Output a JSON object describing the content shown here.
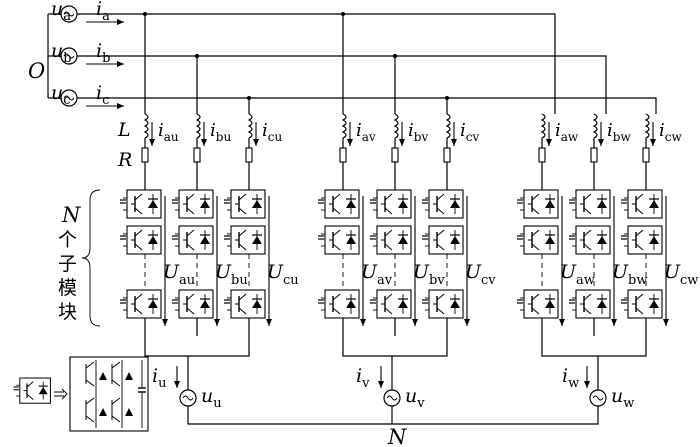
{
  "sources": [
    {
      "u_sym": "u",
      "u_sub": "a",
      "i_sym": "i",
      "i_sub": "a"
    },
    {
      "u_sym": "u",
      "u_sub": "b",
      "i_sym": "i",
      "i_sub": "b"
    },
    {
      "u_sym": "u",
      "u_sub": "c",
      "i_sym": "i",
      "i_sub": "c"
    }
  ],
  "neutral_left": "O",
  "neutral_bottom": "N",
  "labels": {
    "inductor": "L",
    "resistor": "R"
  },
  "module_text": {
    "n": "N",
    "chars": [
      "个",
      "子",
      "模",
      "块"
    ]
  },
  "arm_currents": [
    {
      "sym": "i",
      "sub": "au"
    },
    {
      "sym": "i",
      "sub": "bu"
    },
    {
      "sym": "i",
      "sub": "cu"
    },
    {
      "sym": "i",
      "sub": "av"
    },
    {
      "sym": "i",
      "sub": "bv"
    },
    {
      "sym": "i",
      "sub": "cv"
    },
    {
      "sym": "i",
      "sub": "aw"
    },
    {
      "sym": "i",
      "sub": "bw"
    },
    {
      "sym": "i",
      "sub": "cw"
    }
  ],
  "arm_voltages": [
    {
      "sym": "U",
      "sub": "au"
    },
    {
      "sym": "U",
      "sub": "bu"
    },
    {
      "sym": "U",
      "sub": "cu"
    },
    {
      "sym": "U",
      "sub": "av"
    },
    {
      "sym": "U",
      "sub": "bv"
    },
    {
      "sym": "U",
      "sub": "cv"
    },
    {
      "sym": "U",
      "sub": "aw"
    },
    {
      "sym": "U",
      "sub": "bw"
    },
    {
      "sym": "U",
      "sub": "cw"
    }
  ],
  "output_currents": [
    {
      "sym": "i",
      "sub": "u"
    },
    {
      "sym": "i",
      "sub": "v"
    },
    {
      "sym": "i",
      "sub": "w"
    }
  ],
  "output_voltages": [
    {
      "sym": "u",
      "sub": "u"
    },
    {
      "sym": "u",
      "sub": "v"
    },
    {
      "sym": "u",
      "sub": "w"
    }
  ],
  "icons": [
    "ac-source-icon",
    "inductor-icon",
    "resistor-icon",
    "submodule-icon",
    "full-bridge-icon",
    "equivalence-arrow-icon"
  ]
}
